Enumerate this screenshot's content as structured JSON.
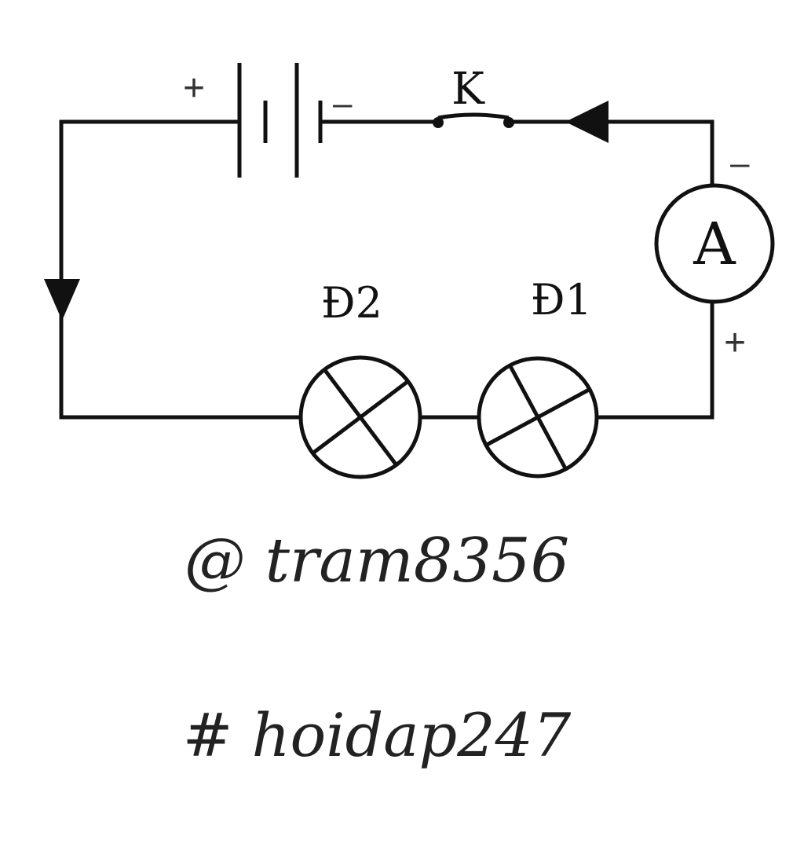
{
  "circuit": {
    "switch_label": "K",
    "ammeter_label": "A",
    "lamp_1_label": "Đ1",
    "lamp_2_label": "Đ2",
    "battery_plus": "+",
    "battery_minus": "–",
    "ammeter_minus": "–",
    "ammeter_plus": "+"
  },
  "watermark": {
    "author": "@ tram8356",
    "site": "# hoidap247"
  },
  "colors": {
    "ink": "#111111",
    "background": "#ffffff"
  }
}
